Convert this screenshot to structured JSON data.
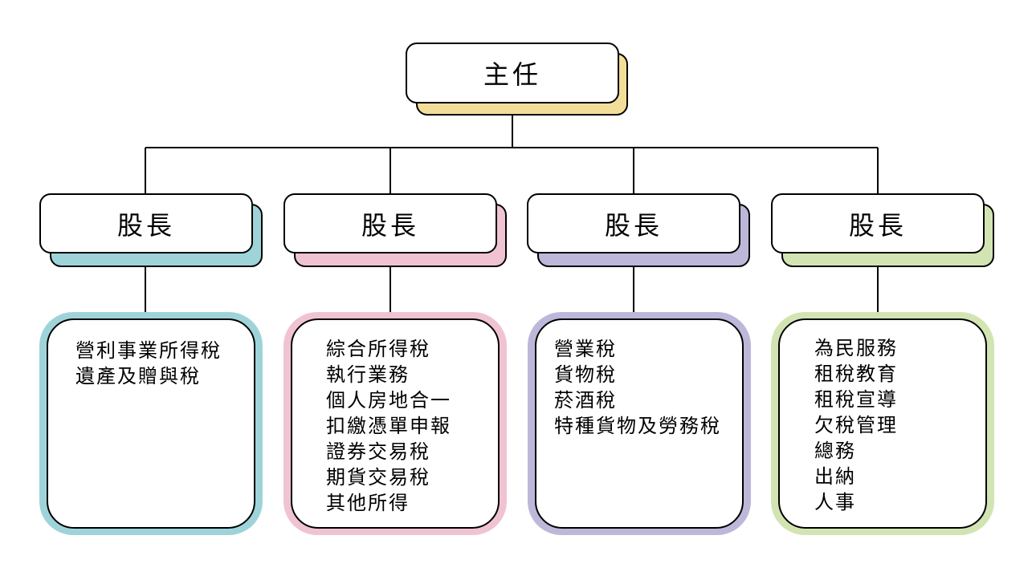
{
  "director": {
    "label": "主任",
    "color": "#F3DE99"
  },
  "sections": [
    {
      "label": "股長",
      "color": "#9ED4D9",
      "tasks": [
        "營利事業所得稅",
        "遺產及贈與稅"
      ]
    },
    {
      "label": "股長",
      "color": "#F0C3D3",
      "tasks": [
        "綜合所得稅",
        "執行業務",
        "個人房地合一",
        "扣繳憑單申報",
        "證券交易稅",
        "期貨交易稅",
        "其他所得"
      ]
    },
    {
      "label": "股長",
      "color": "#BDB7DA",
      "tasks": [
        "營業稅",
        "貨物稅",
        "菸酒稅",
        "特種貨物及勞務稅"
      ]
    },
    {
      "label": "股長",
      "color": "#D3E4B3",
      "tasks": [
        "為民服務",
        "租稅教育",
        "租稅宣導",
        "欠稅管理",
        "總務",
        "出納",
        "人事"
      ]
    }
  ]
}
